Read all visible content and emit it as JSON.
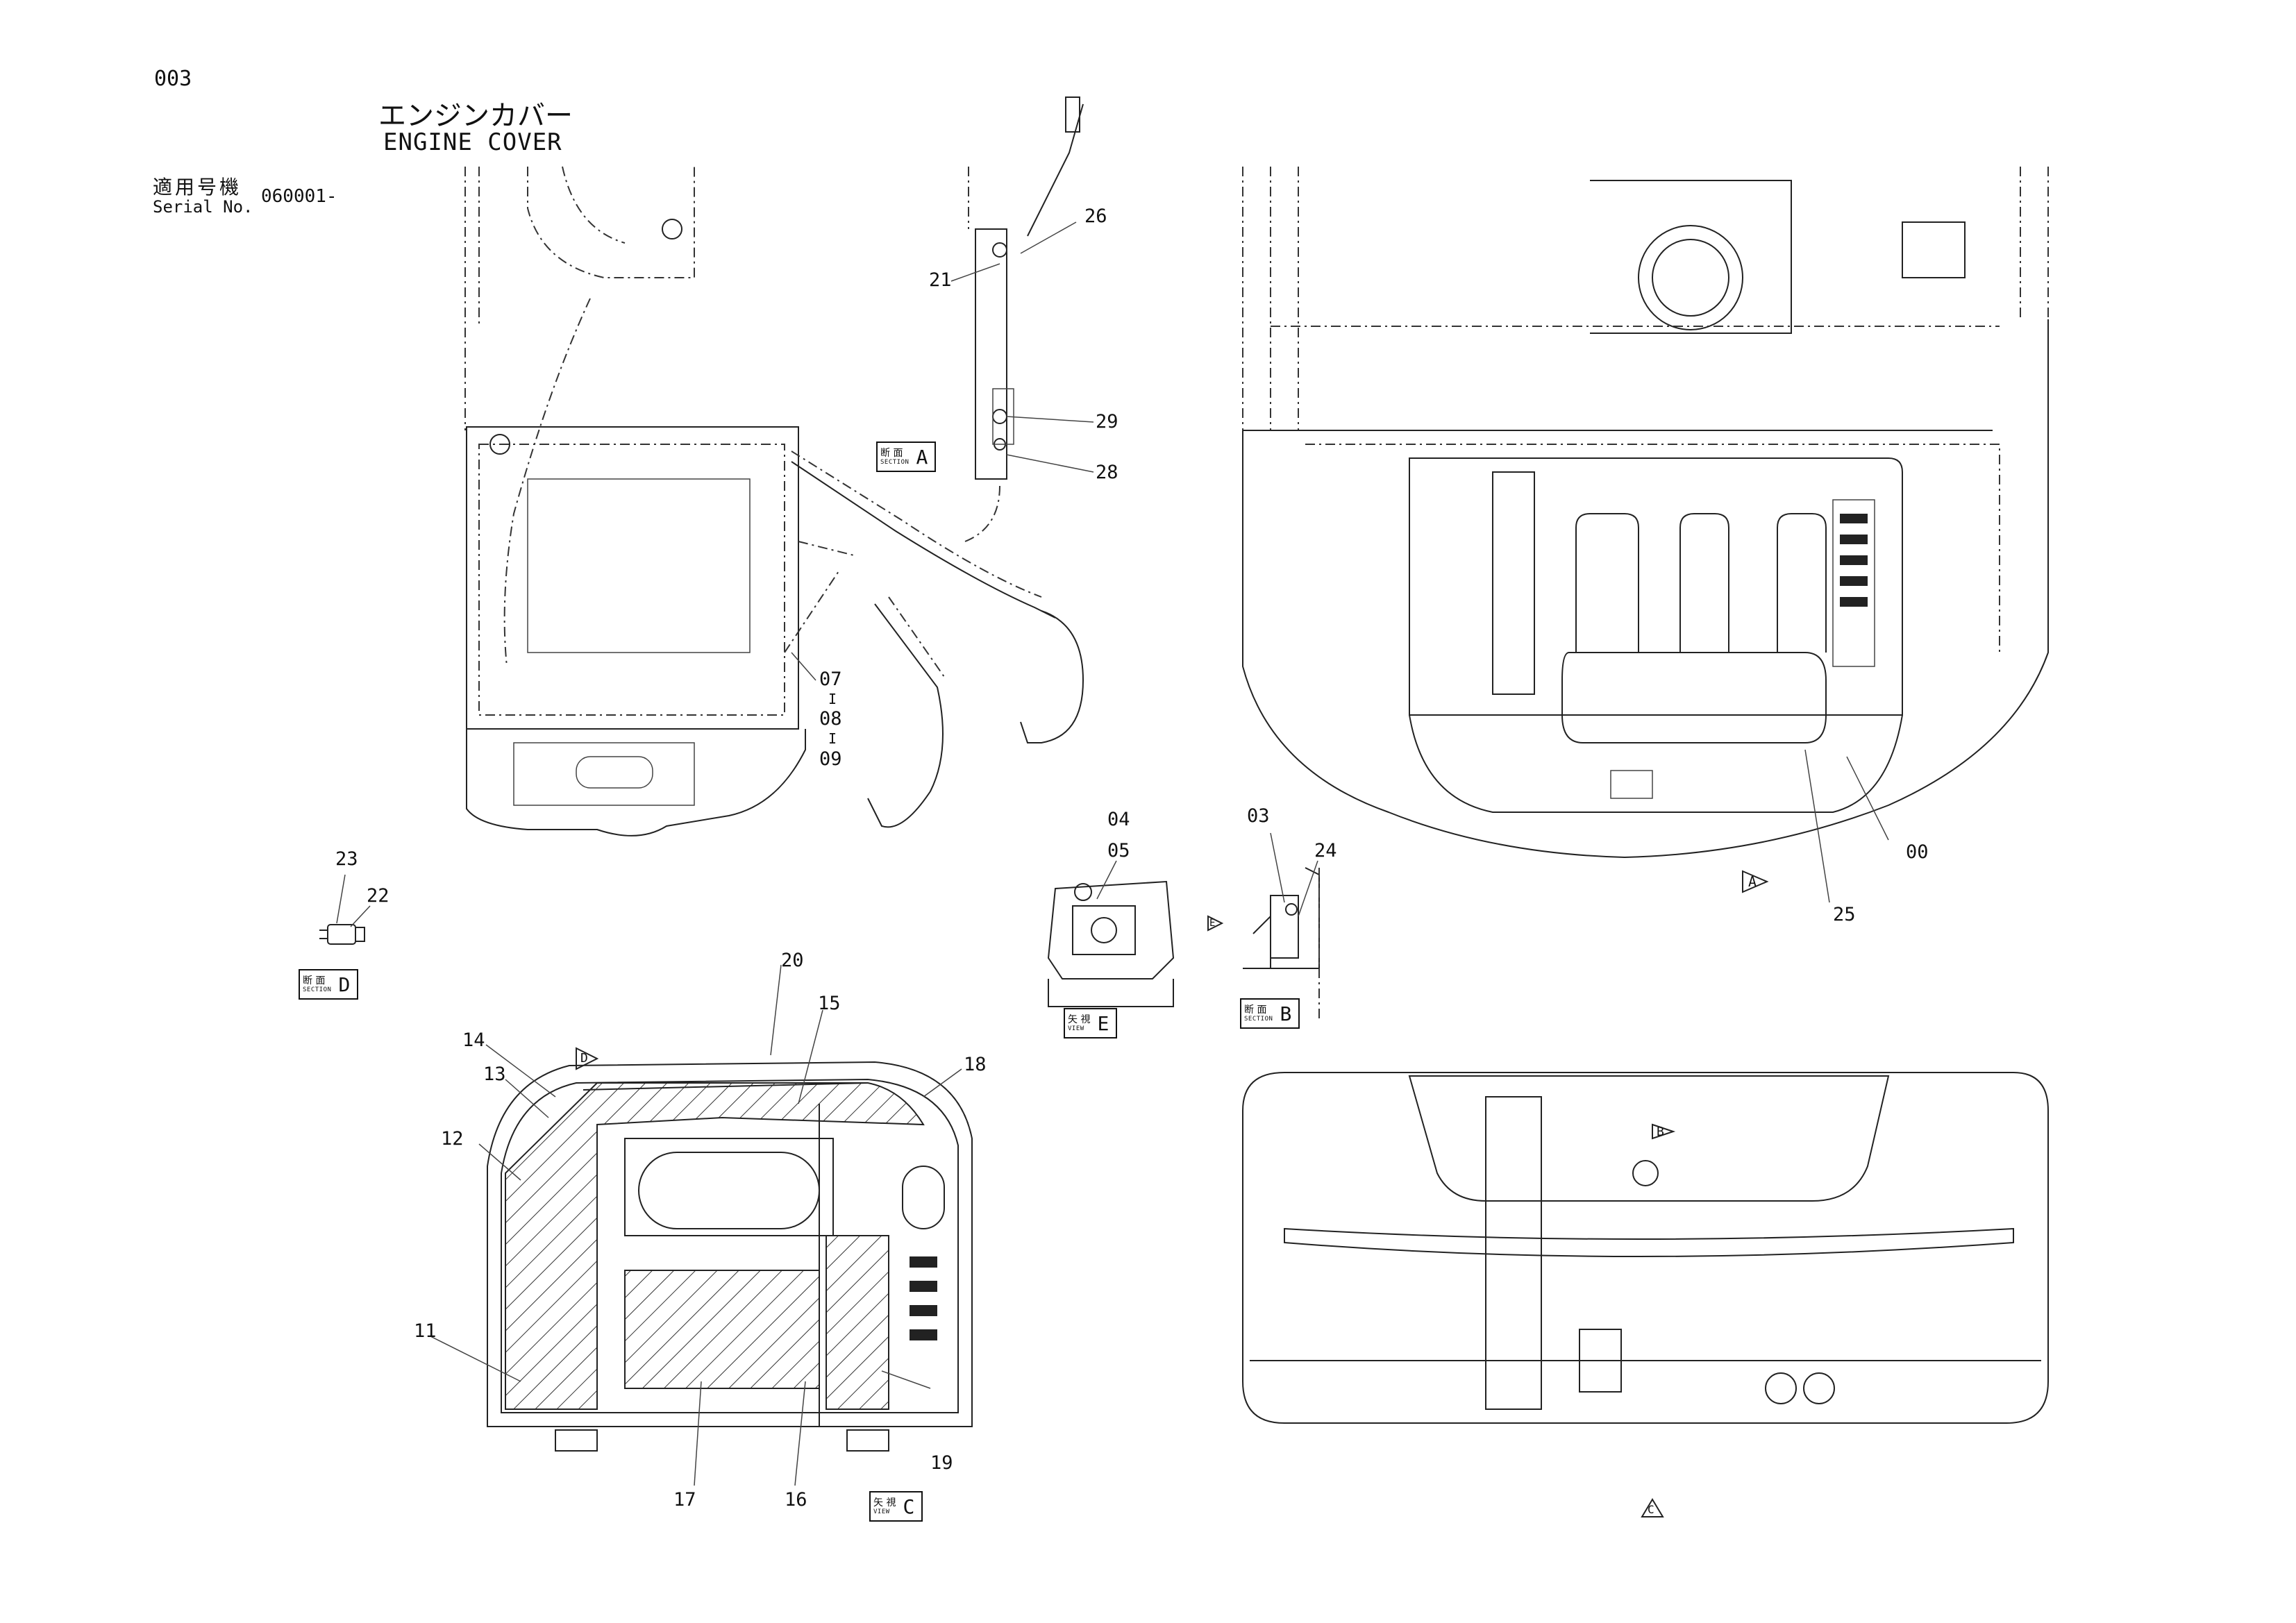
{
  "page_number": "003",
  "title": {
    "jp": "エンジンカバー",
    "en": "ENGINE COVER"
  },
  "serial": {
    "label_jp": "適用号機",
    "label_en": "Serial No.",
    "value": "060001-"
  },
  "callouts": [
    {
      "id": "c26",
      "text": "26"
    },
    {
      "id": "c21",
      "text": "21"
    },
    {
      "id": "c29",
      "text": "29"
    },
    {
      "id": "c28",
      "text": "28"
    },
    {
      "id": "c07",
      "text": "07"
    },
    {
      "id": "c08",
      "text": "08"
    },
    {
      "id": "c09",
      "text": "09"
    },
    {
      "id": "c23",
      "text": "23"
    },
    {
      "id": "c22",
      "text": "22"
    },
    {
      "id": "c04",
      "text": "04"
    },
    {
      "id": "c05",
      "text": "05"
    },
    {
      "id": "c03",
      "text": "03"
    },
    {
      "id": "c24",
      "text": "24"
    },
    {
      "id": "c00",
      "text": "00"
    },
    {
      "id": "c25",
      "text": "25"
    },
    {
      "id": "c20",
      "text": "20"
    },
    {
      "id": "c15",
      "text": "15"
    },
    {
      "id": "c14",
      "text": "14"
    },
    {
      "id": "c13",
      "text": "13"
    },
    {
      "id": "c18",
      "text": "18"
    },
    {
      "id": "c12",
      "text": "12"
    },
    {
      "id": "c11",
      "text": "11"
    },
    {
      "id": "c19",
      "text": "19"
    },
    {
      "id": "c17",
      "text": "17"
    },
    {
      "id": "c16",
      "text": "16"
    }
  ],
  "tags": {
    "sectionA": {
      "jp": "断 面",
      "en": "SECTION",
      "letter": "A"
    },
    "sectionD": {
      "jp": "断 面",
      "en": "SECTION",
      "letter": "D"
    },
    "viewE": {
      "jp": "矢 視",
      "en": "VIEW",
      "letter": "E"
    },
    "sectionB": {
      "jp": "断 面",
      "en": "SECTION",
      "letter": "B"
    },
    "viewC": {
      "jp": "矢 視",
      "en": "VIEW",
      "letter": "C"
    }
  },
  "arrow_markers": {
    "A": "A",
    "B": "B",
    "C": "C",
    "D": "D",
    "E": "E"
  }
}
